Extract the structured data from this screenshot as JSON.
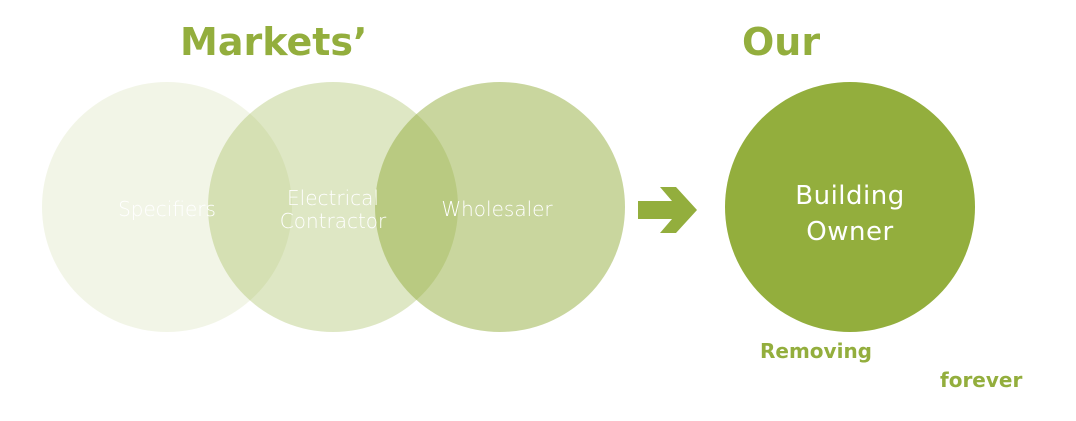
{
  "headings": {
    "markets": "Markets’",
    "our": "Our"
  },
  "circles": [
    {
      "label": "Specifiers"
    },
    {
      "label_line1": "Electrical",
      "label_line2": "Contractor"
    },
    {
      "label": "Wholesaler"
    }
  ],
  "target": {
    "line1": "Building",
    "line2": "Owner"
  },
  "footer": {
    "removing": "Removing",
    "forever": "forever"
  },
  "colors": {
    "accent": "#93ae3d"
  }
}
